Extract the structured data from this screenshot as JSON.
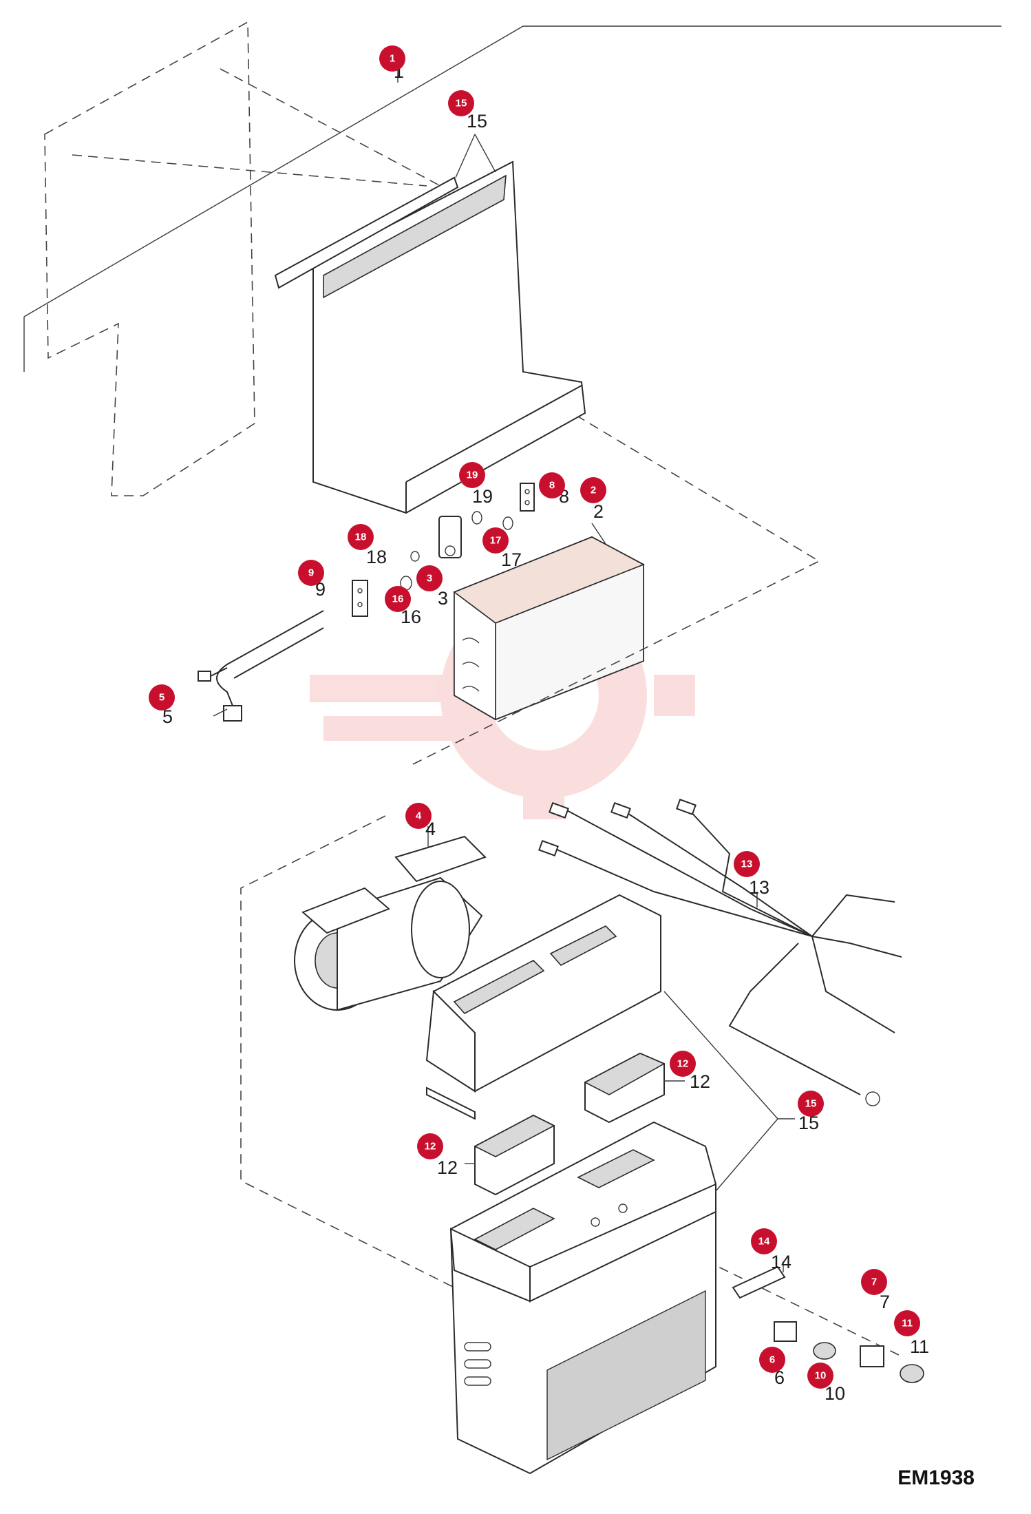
{
  "diagram": {
    "code": "EM1938",
    "callouts": [
      {
        "id": "c1",
        "num": "1",
        "label": "1"
      },
      {
        "id": "c15a",
        "num": "15",
        "label": "15"
      },
      {
        "id": "c19",
        "num": "19",
        "label": "19"
      },
      {
        "id": "c8",
        "num": "8",
        "label": "8"
      },
      {
        "id": "c2",
        "num": "2",
        "label": "2"
      },
      {
        "id": "c18",
        "num": "18",
        "label": "18"
      },
      {
        "id": "c17",
        "num": "17",
        "label": "17"
      },
      {
        "id": "c3",
        "num": "3",
        "label": "3"
      },
      {
        "id": "c9",
        "num": "9",
        "label": "9"
      },
      {
        "id": "c16",
        "num": "16",
        "label": "16"
      },
      {
        "id": "c5",
        "num": "5",
        "label": "5"
      },
      {
        "id": "c4",
        "num": "4",
        "label": "4"
      },
      {
        "id": "c13",
        "num": "13",
        "label": "13"
      },
      {
        "id": "c12a",
        "num": "12",
        "label": "12"
      },
      {
        "id": "c15b",
        "num": "15",
        "label": "15"
      },
      {
        "id": "c12b",
        "num": "12",
        "label": "12"
      },
      {
        "id": "c14",
        "num": "14",
        "label": "14"
      },
      {
        "id": "c7",
        "num": "7",
        "label": "7"
      },
      {
        "id": "c11",
        "num": "11",
        "label": "11"
      },
      {
        "id": "c6",
        "num": "6",
        "label": "6"
      },
      {
        "id": "c10",
        "num": "10",
        "label": "10"
      }
    ],
    "badge_color": "#c8102e"
  }
}
